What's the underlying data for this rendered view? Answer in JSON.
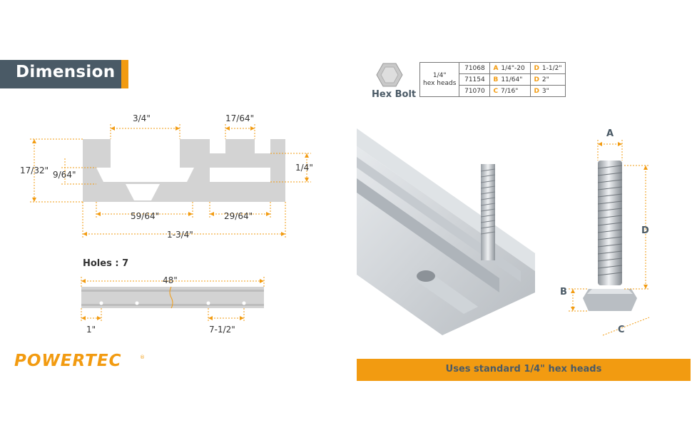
{
  "header": {
    "title": "Dimension"
  },
  "profile": {
    "dim_top_slot": "3/4\"",
    "dim_top_lip": "17/64\"",
    "dim_height": "17/32\"",
    "dim_lip": "9/64\"",
    "dim_right_height": "1/4\"",
    "dim_slot_bottom": "59/64\"",
    "dim_right_slot_bottom": "29/64\"",
    "dim_width": "1-3/4\""
  },
  "rail": {
    "holes_label": "Holes : 7",
    "length": "48\"",
    "end_offset": "1\"",
    "spacing": "7-1/2\""
  },
  "brand": {
    "logo_text": "POWERTEC",
    "registered": "®"
  },
  "hex_bolt": {
    "label": "Hex Bolt",
    "spec_rows": [
      {
        "code": "71068",
        "letter_a": "A",
        "size": "1/4\"-20",
        "letter_b": "D",
        "length": "1-1/2\""
      },
      {
        "code": "71154",
        "letter_a": "B",
        "size": "11/64\"",
        "letter_b": "D",
        "length": "2\""
      },
      {
        "code": "71070",
        "letter_a": "C",
        "size": "7/16\"",
        "letter_b": "D",
        "length": "3\""
      }
    ],
    "head_type_line1": "1/4\"",
    "head_type_line2": "hex heads"
  },
  "bolt_diagram": {
    "a": "A",
    "b": "B",
    "c": "C",
    "d": "D"
  },
  "footer": {
    "banner_text": "Uses standard 1/4\" hex heads"
  },
  "colors": {
    "accent": "#f29b11",
    "slate": "#4a5a66",
    "profile_gray": "#d3d3d3"
  }
}
